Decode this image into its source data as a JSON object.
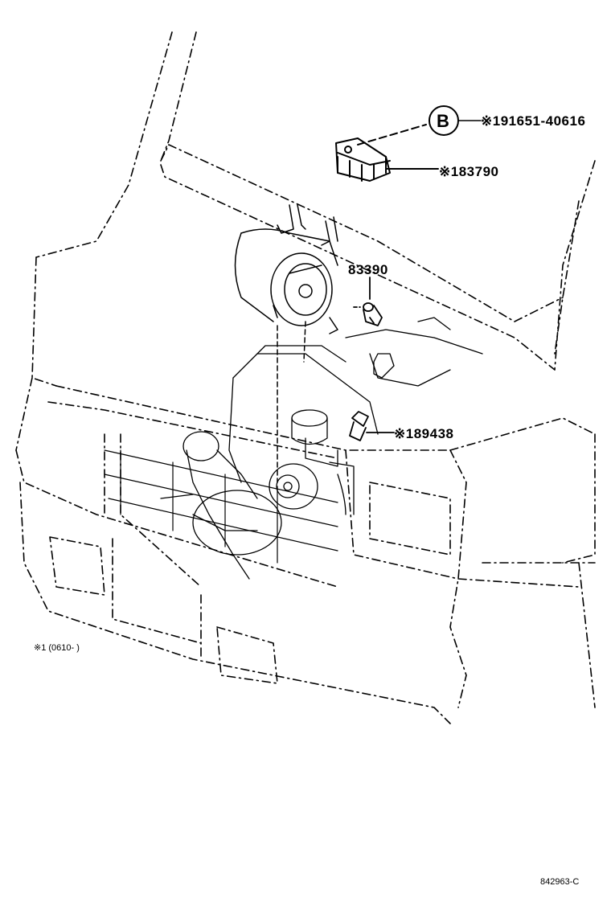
{
  "labels": {
    "bolt": "※191651-40616",
    "relay": "※183790",
    "switch": "83390",
    "sensor": "※189438",
    "ref_letter": "B",
    "footnote": "※1  (0610-      )",
    "drawing_code": "842963-C"
  },
  "colors": {
    "ink": "#000000",
    "paper": "#ffffff"
  }
}
